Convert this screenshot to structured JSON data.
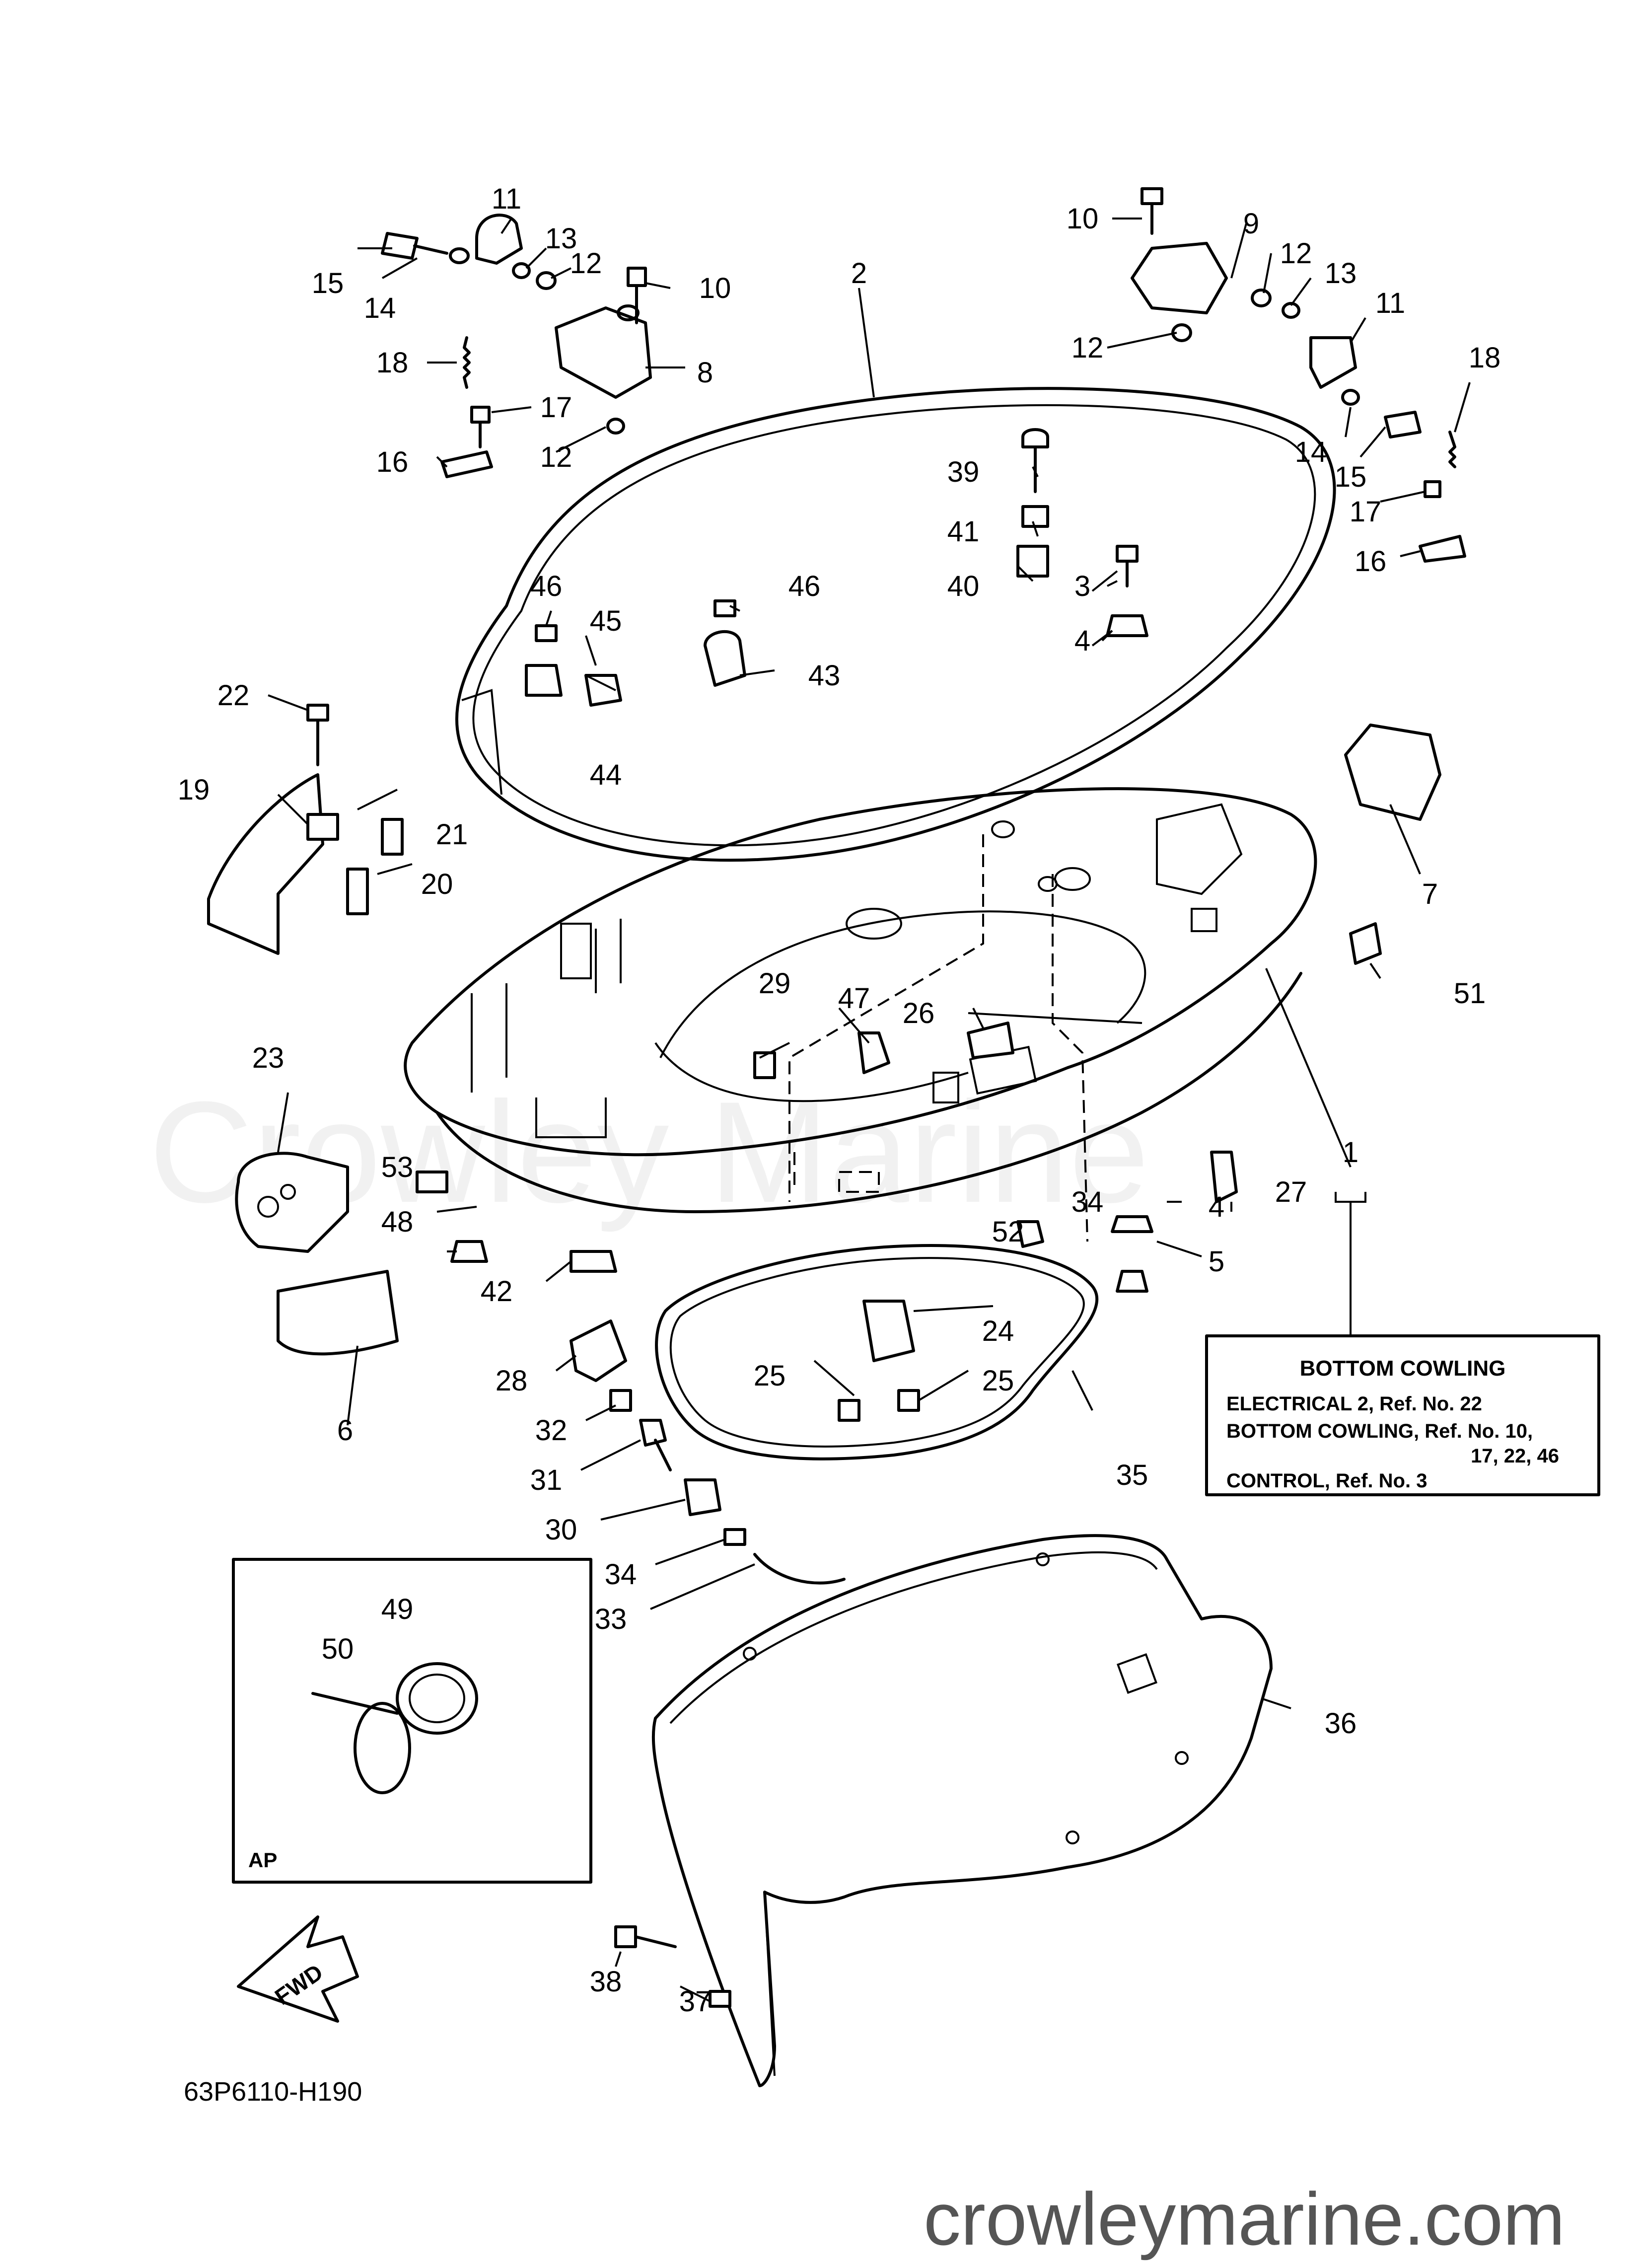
{
  "callouts": [
    {
      "id": "c1",
      "text": "1"
    },
    {
      "id": "c2",
      "text": "2"
    },
    {
      "id": "c3",
      "text": "3"
    },
    {
      "id": "c4a",
      "text": "4"
    },
    {
      "id": "c4b",
      "text": "4"
    },
    {
      "id": "c5",
      "text": "5"
    },
    {
      "id": "c6",
      "text": "6"
    },
    {
      "id": "c7",
      "text": "7"
    },
    {
      "id": "c8",
      "text": "8"
    },
    {
      "id": "c9",
      "text": "9"
    },
    {
      "id": "c10a",
      "text": "10"
    },
    {
      "id": "c10b",
      "text": "10"
    },
    {
      "id": "c11a",
      "text": "11"
    },
    {
      "id": "c11b",
      "text": "11"
    },
    {
      "id": "c12a",
      "text": "12"
    },
    {
      "id": "c12b",
      "text": "12"
    },
    {
      "id": "c12c",
      "text": "12"
    },
    {
      "id": "c12d",
      "text": "12"
    },
    {
      "id": "c13a",
      "text": "13"
    },
    {
      "id": "c13b",
      "text": "13"
    },
    {
      "id": "c14a",
      "text": "14"
    },
    {
      "id": "c14b",
      "text": "14"
    },
    {
      "id": "c15a",
      "text": "15"
    },
    {
      "id": "c15b",
      "text": "15"
    },
    {
      "id": "c16a",
      "text": "16"
    },
    {
      "id": "c16b",
      "text": "16"
    },
    {
      "id": "c17a",
      "text": "17"
    },
    {
      "id": "c17b",
      "text": "17"
    },
    {
      "id": "c18a",
      "text": "18"
    },
    {
      "id": "c18b",
      "text": "18"
    },
    {
      "id": "c19",
      "text": "19"
    },
    {
      "id": "c20",
      "text": "20"
    },
    {
      "id": "c21",
      "text": "21"
    },
    {
      "id": "c22",
      "text": "22"
    },
    {
      "id": "c23",
      "text": "23"
    },
    {
      "id": "c24",
      "text": "24"
    },
    {
      "id": "c25a",
      "text": "25"
    },
    {
      "id": "c25b",
      "text": "25"
    },
    {
      "id": "c26",
      "text": "26"
    },
    {
      "id": "c27",
      "text": "27"
    },
    {
      "id": "c28",
      "text": "28"
    },
    {
      "id": "c29",
      "text": "29"
    },
    {
      "id": "c30",
      "text": "30"
    },
    {
      "id": "c31",
      "text": "31"
    },
    {
      "id": "c32",
      "text": "32"
    },
    {
      "id": "c33",
      "text": "33"
    },
    {
      "id": "c34a",
      "text": "34"
    },
    {
      "id": "c34b",
      "text": "34"
    },
    {
      "id": "c35",
      "text": "35"
    },
    {
      "id": "c36",
      "text": "36"
    },
    {
      "id": "c37",
      "text": "37"
    },
    {
      "id": "c38",
      "text": "38"
    },
    {
      "id": "c39",
      "text": "39"
    },
    {
      "id": "c40",
      "text": "40"
    },
    {
      "id": "c41",
      "text": "41"
    },
    {
      "id": "c42",
      "text": "42"
    },
    {
      "id": "c43",
      "text": "43"
    },
    {
      "id": "c44",
      "text": "44"
    },
    {
      "id": "c45",
      "text": "45"
    },
    {
      "id": "c46a",
      "text": "46"
    },
    {
      "id": "c46b",
      "text": "46"
    },
    {
      "id": "c47",
      "text": "47"
    },
    {
      "id": "c48",
      "text": "48"
    },
    {
      "id": "c49",
      "text": "49"
    },
    {
      "id": "c50",
      "text": "50"
    },
    {
      "id": "c51",
      "text": "51"
    },
    {
      "id": "c52",
      "text": "52"
    },
    {
      "id": "c53",
      "text": "53"
    }
  ],
  "reference_box": {
    "title": "BOTTOM COWLING",
    "lines": [
      "ELECTRICAL 2,  Ref. No. 22",
      "BOTTOM COWLING,  Ref. No. 10,",
      "17, 22, 46",
      "CONTROL,  Ref. No. 3"
    ]
  },
  "inset": {
    "label": "AP"
  },
  "direction_marker": {
    "text": "FWD"
  },
  "diagram_code": "63P6110-H190",
  "watermark": "Crowley Marine",
  "site_url": "crowleymarine.com",
  "colors": {
    "line": "#000000",
    "background": "#ffffff",
    "url_text": "#555555"
  }
}
